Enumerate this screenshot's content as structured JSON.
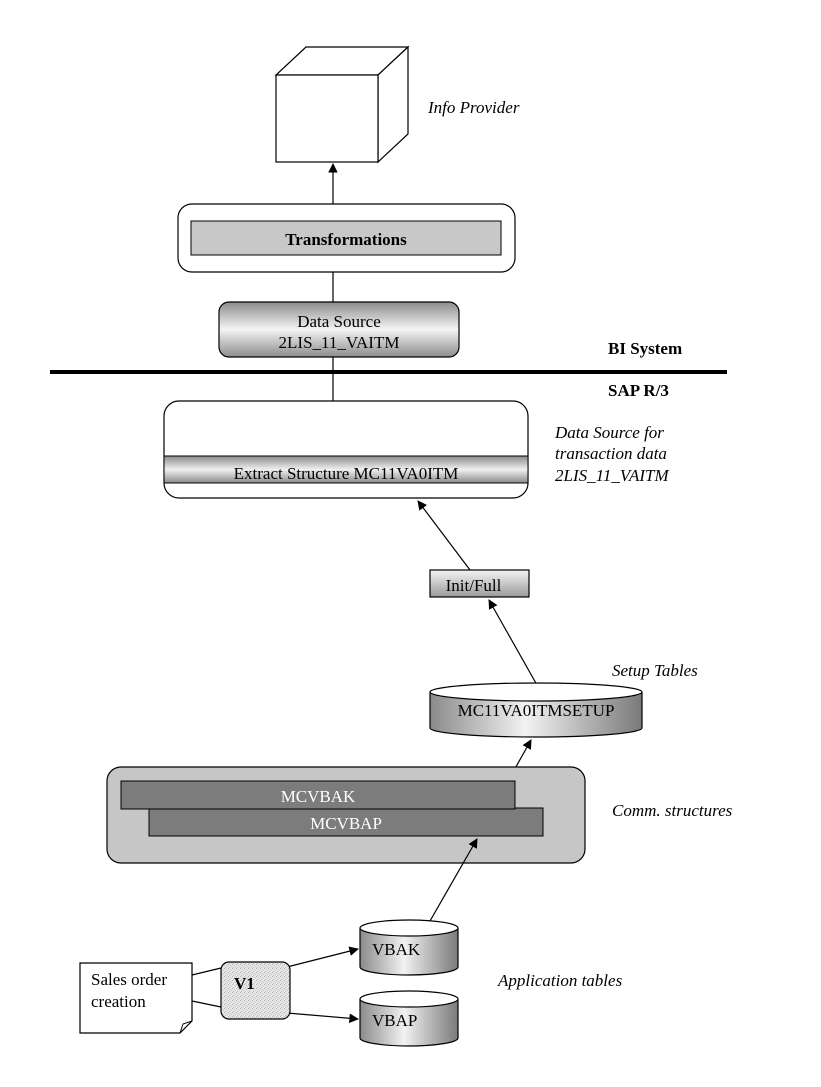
{
  "info_provider": {
    "label": "Info Provider"
  },
  "transformations": {
    "label": "Transformations"
  },
  "bi_datasource": {
    "line1": "Data Source",
    "line2": "2LIS_11_VAITM"
  },
  "systems": {
    "bi": "BI System",
    "r3": "SAP R/3"
  },
  "extract": {
    "label": "Extract Structure MC11VA0ITM"
  },
  "r3_datasource_note": {
    "line1": "Data Source for",
    "line2": "transaction data",
    "line3": "2LIS_11_VAITM"
  },
  "init_full": {
    "label": "Init/Full"
  },
  "setup_tables": {
    "caption": "Setup Tables",
    "table_name": "MC11VA0ITMSETUP"
  },
  "comm_structures": {
    "caption": "Comm. structures",
    "mcvbak": "MCVBAK",
    "mcvbap": "MCVBAP"
  },
  "application_tables": {
    "caption": "Application tables",
    "vbak": "VBAK",
    "vbap": "VBAP"
  },
  "sales_order": {
    "line1": "Sales order",
    "line2": "creation"
  },
  "update": {
    "label": "V1"
  }
}
